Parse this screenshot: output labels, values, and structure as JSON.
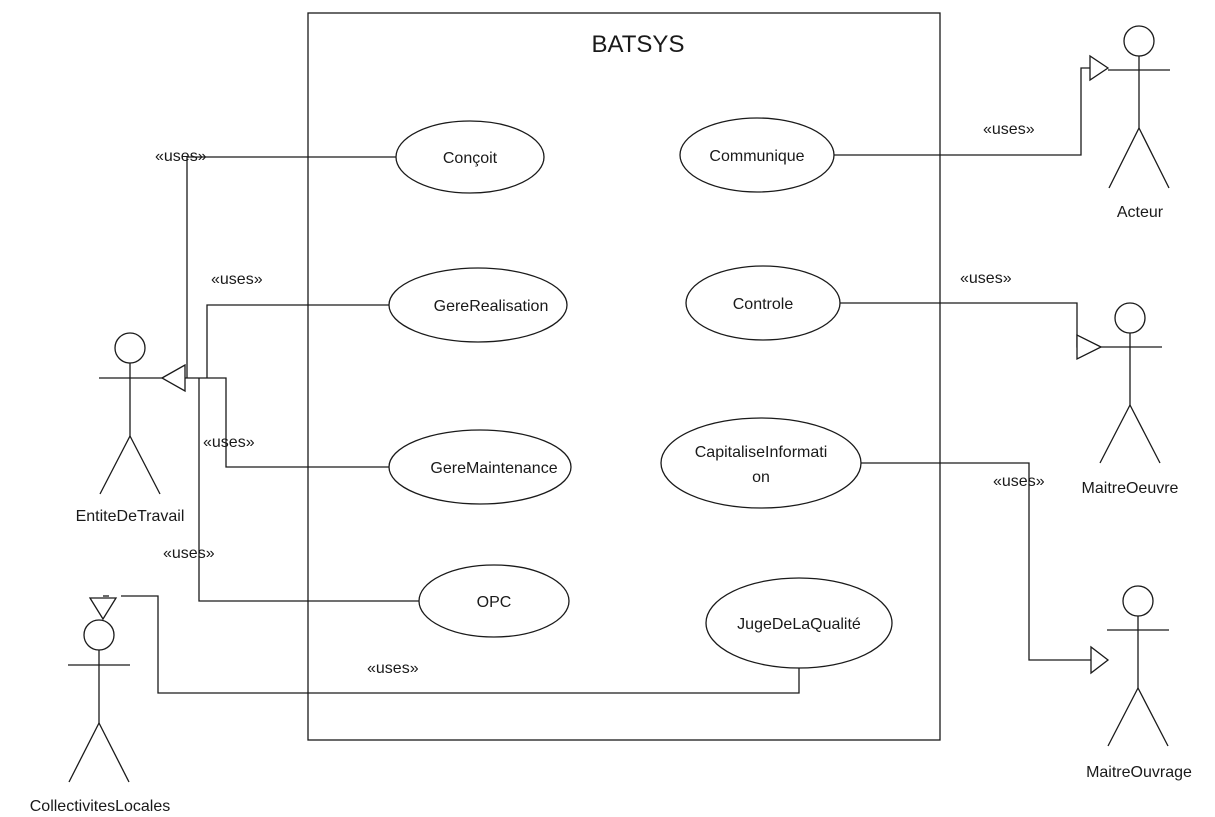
{
  "system": {
    "title": "BATSYS"
  },
  "use_cases": {
    "concoit": "Conçoit",
    "gere_realisation": "GereRealisation",
    "gere_maintenance": "GereMaintenance",
    "opc": "OPC",
    "communique": "Communique",
    "controle": "Controle",
    "capitalise_line1": "CapitaliseInformati",
    "capitalise_line2": "on",
    "juge_qualite": "JugeDeLaQualité"
  },
  "actors": {
    "entite_de_travail": "EntiteDeTravail",
    "collectivites_locales": "CollectivitesLocales",
    "acteur": "Acteur",
    "maitre_oeuvre": "MaitreOeuvre",
    "maitre_ouvrage": "MaitreOuvrage"
  },
  "relations": {
    "concoit": "«uses»",
    "gere_realisation": "«uses»",
    "gere_maintenance": "«uses»",
    "opc": "«uses»",
    "juge_qualite": "«uses»",
    "communique": "«uses»",
    "controle": "«uses»",
    "capitalise": "«uses»"
  }
}
